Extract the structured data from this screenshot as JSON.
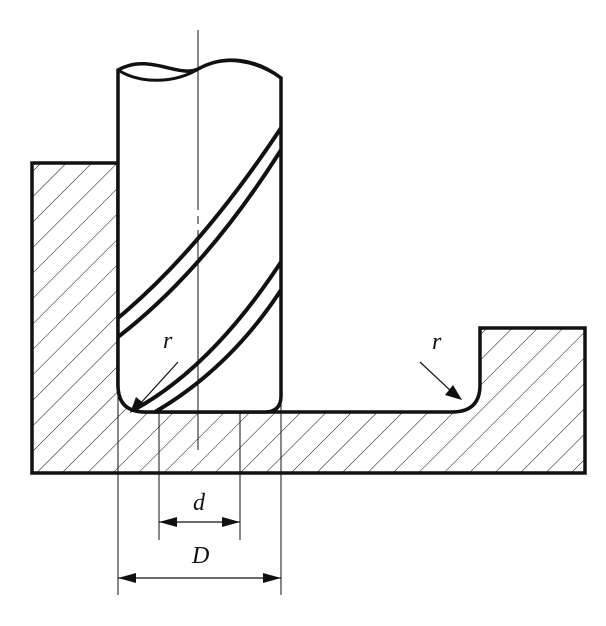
{
  "labels": {
    "corner_radius_left": "r",
    "corner_radius_right": "r",
    "small_diameter": "d",
    "large_diameter": "D"
  },
  "colors": {
    "stroke": "#111111",
    "background": "#ffffff"
  }
}
